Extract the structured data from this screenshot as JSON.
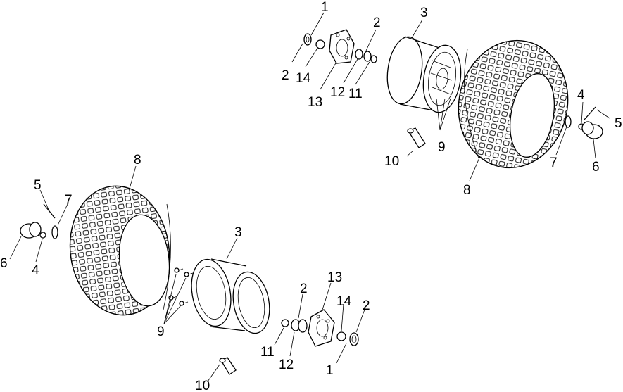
{
  "diagram": {
    "labels": {
      "upper_1": "1",
      "upper_2a": "2",
      "upper_2b": "2",
      "upper_14": "14",
      "upper_13": "13",
      "upper_12": "12",
      "upper_11": "11",
      "upper_3": "3",
      "upper_4": "4",
      "upper_5": "5",
      "upper_6": "6",
      "upper_7": "7",
      "upper_8": "8",
      "upper_9": "9",
      "upper_10": "10",
      "lower_8": "8",
      "lower_5": "5",
      "lower_7": "7",
      "lower_6": "6",
      "lower_4": "4",
      "lower_3": "3",
      "lower_9": "9",
      "lower_13": "13",
      "lower_2a": "2",
      "lower_2b": "2",
      "lower_14": "14",
      "lower_11": "11",
      "lower_12": "12",
      "lower_1": "1",
      "lower_10": "10"
    }
  }
}
